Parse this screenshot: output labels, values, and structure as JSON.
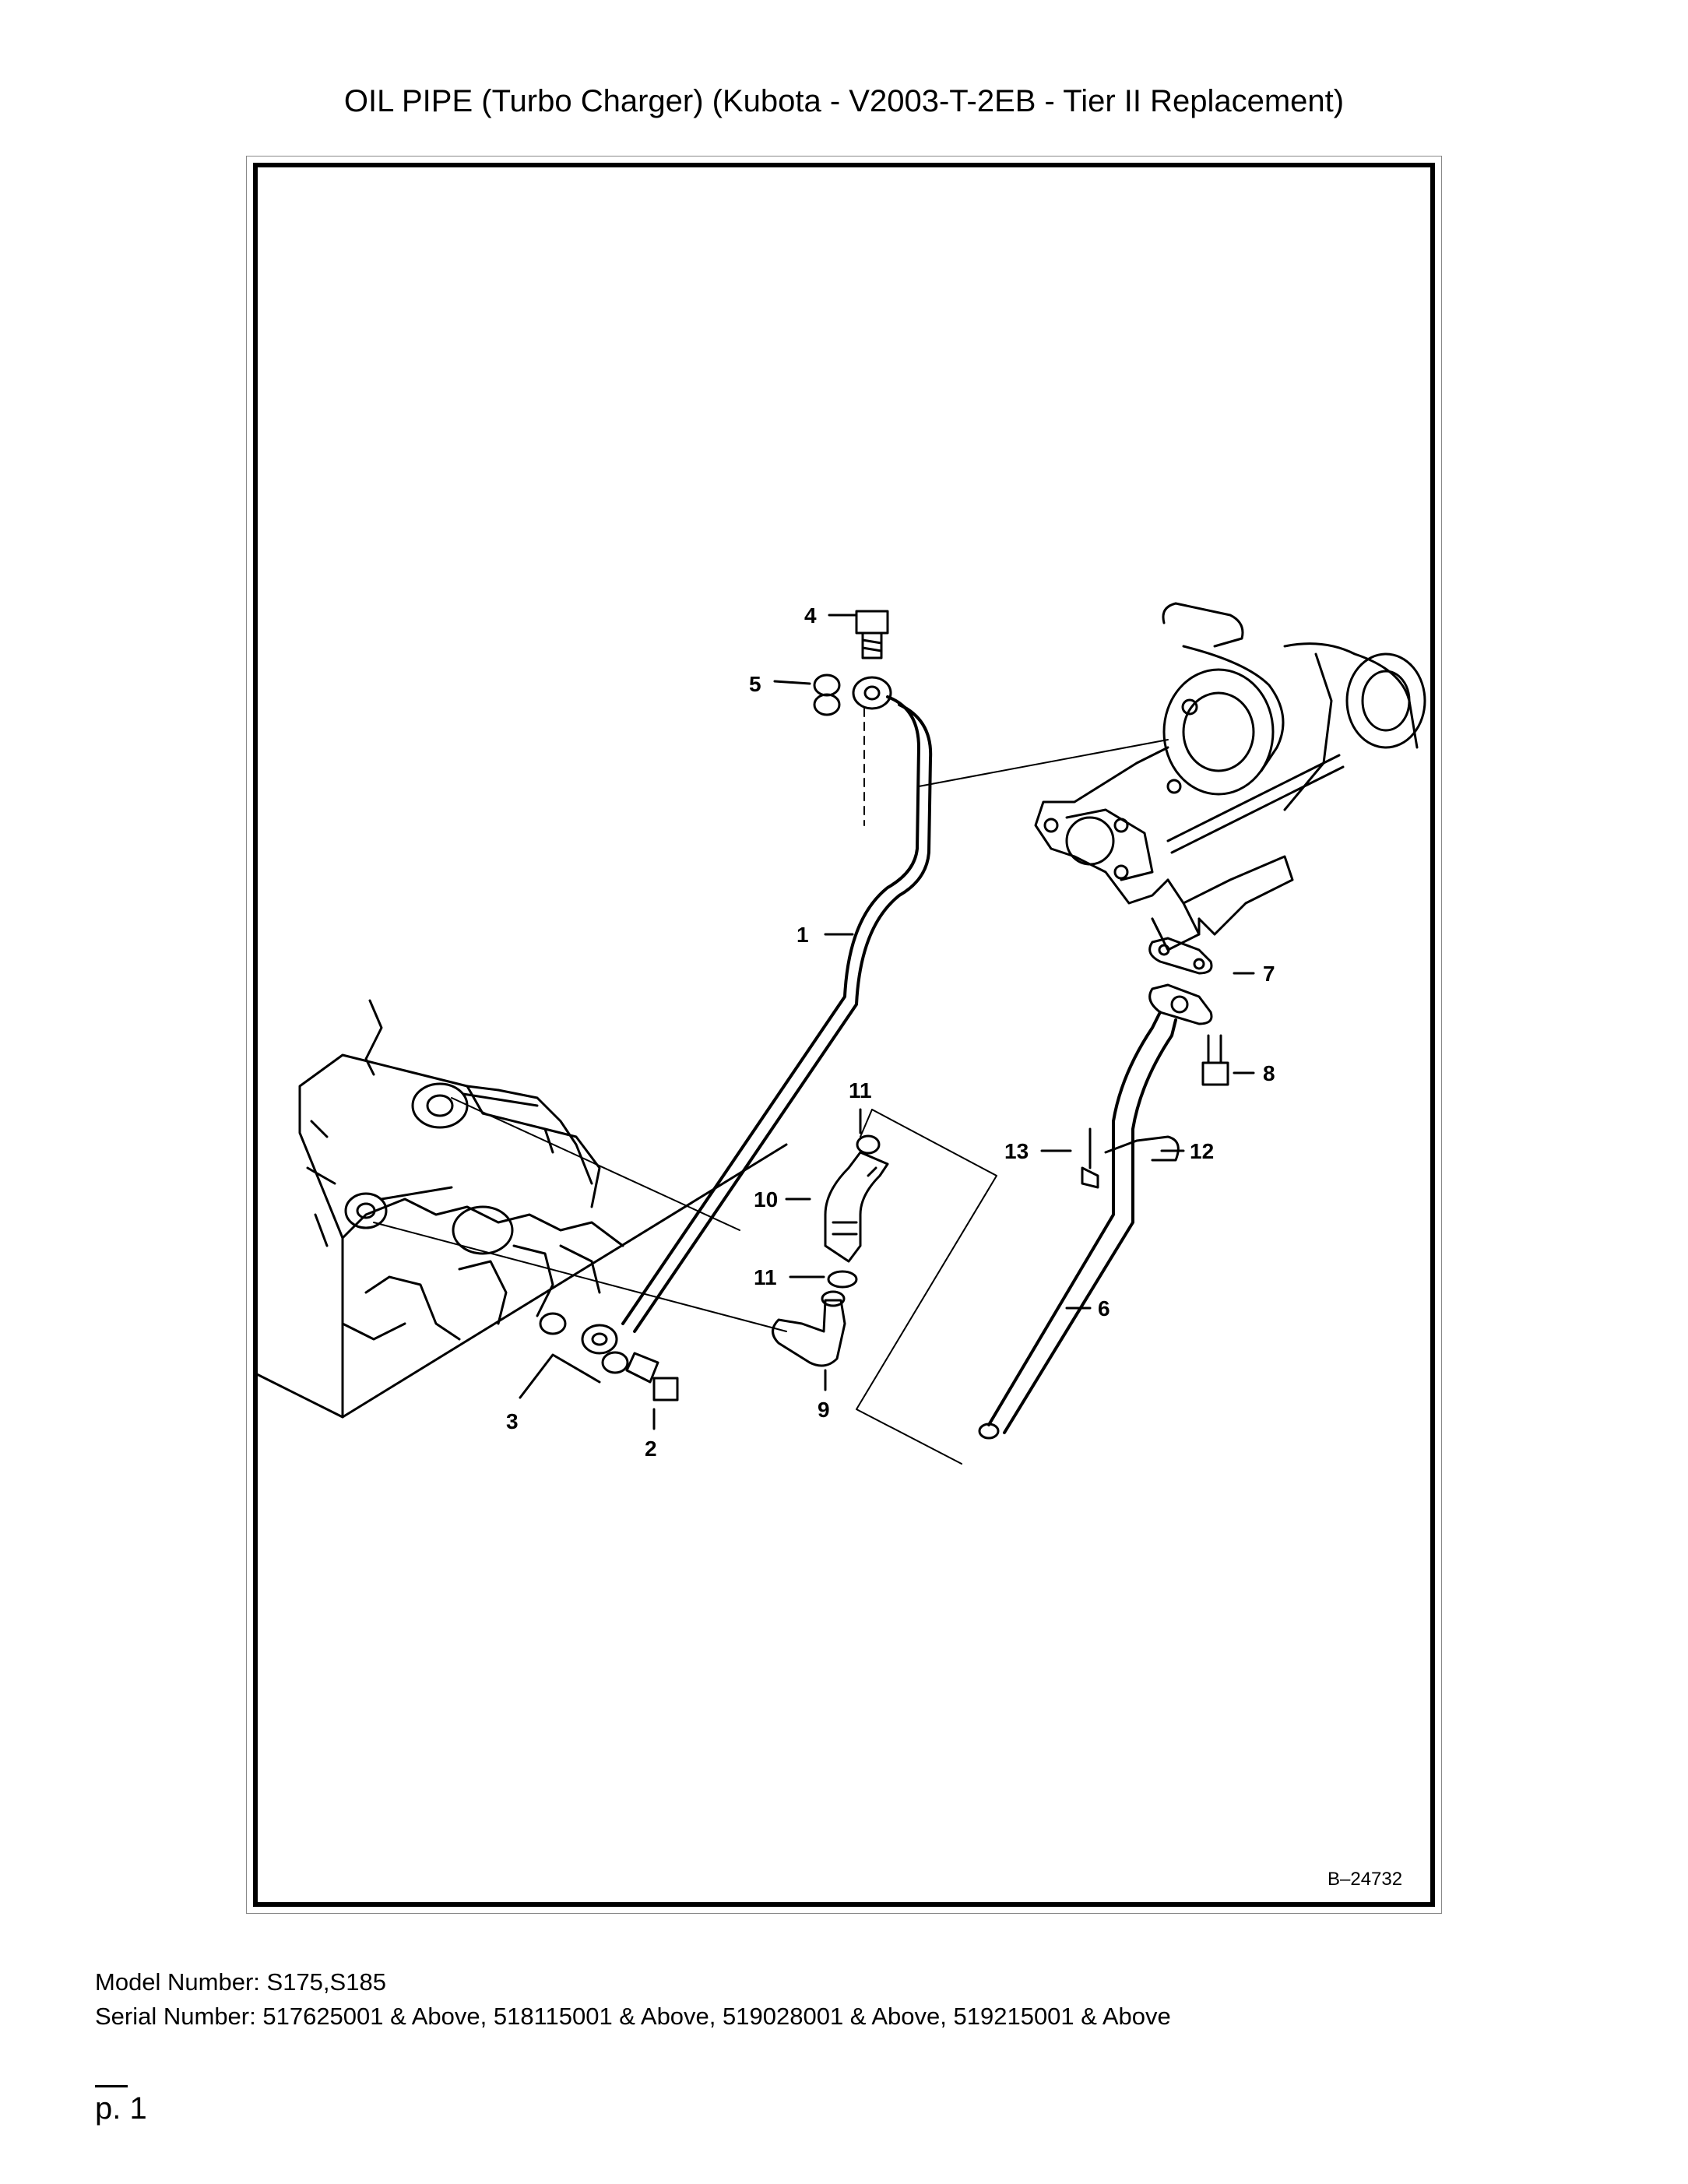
{
  "page": {
    "title": "OIL PIPE (Turbo Charger) (Kubota - V2003-T-2EB - Tier II Replacement)",
    "figure_ref": "B–24732",
    "model_line": "Model Number: S175,S185",
    "serial_line": "Serial Number: 517625001 & Above, 518115001 & Above, 519028001 & Above, 519215001 & Above",
    "page_number": "p. 1"
  },
  "callouts": {
    "c1": "1",
    "c2": "2",
    "c3": "3",
    "c4": "4",
    "c5": "5",
    "c6": "6",
    "c7": "7",
    "c8": "8",
    "c9": "9",
    "c10": "10",
    "c11a": "11",
    "c11b": "11",
    "c12": "12",
    "c13": "13"
  }
}
